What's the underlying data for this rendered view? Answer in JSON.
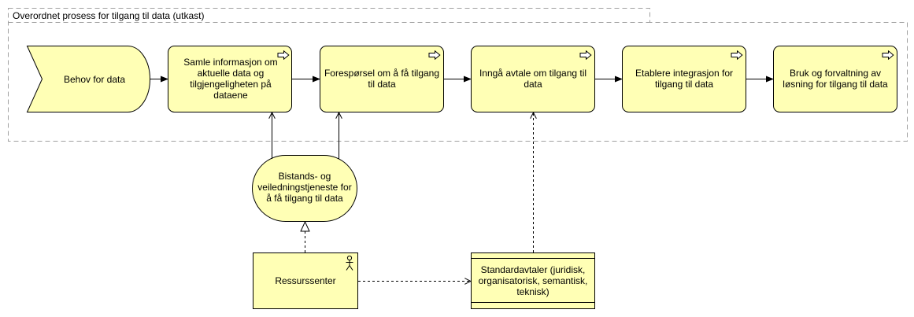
{
  "group": {
    "label": "Overordnet prosess for tilgang til data (utkast)"
  },
  "event": {
    "label": "Behov for data"
  },
  "processes": [
    {
      "label": "Samle informasjon om aktuelle data og tilgjengeligheten på dataene"
    },
    {
      "label": "Forespørsel om å få tilgang til data"
    },
    {
      "label": "Inngå avtale om tilgang til data"
    },
    {
      "label": "Etablere integrasjon for tilgang til data"
    },
    {
      "label": "Bruk og forvaltning av løsning for tilgang til data"
    }
  ],
  "service": {
    "label": "Bistands- og veiledningstjeneste for å få tilgang til data"
  },
  "actor": {
    "label": "Ressurssenter"
  },
  "contract": {
    "label": "Standardavtaler (juridisk, organisatorisk, semantisk, teknisk)"
  },
  "colors": {
    "fill": "#ffffb5",
    "stroke": "#000000",
    "group_border": "#a0a0a0"
  },
  "icons": {
    "process": "process-arrow-icon",
    "actor": "stick-figure-icon"
  }
}
